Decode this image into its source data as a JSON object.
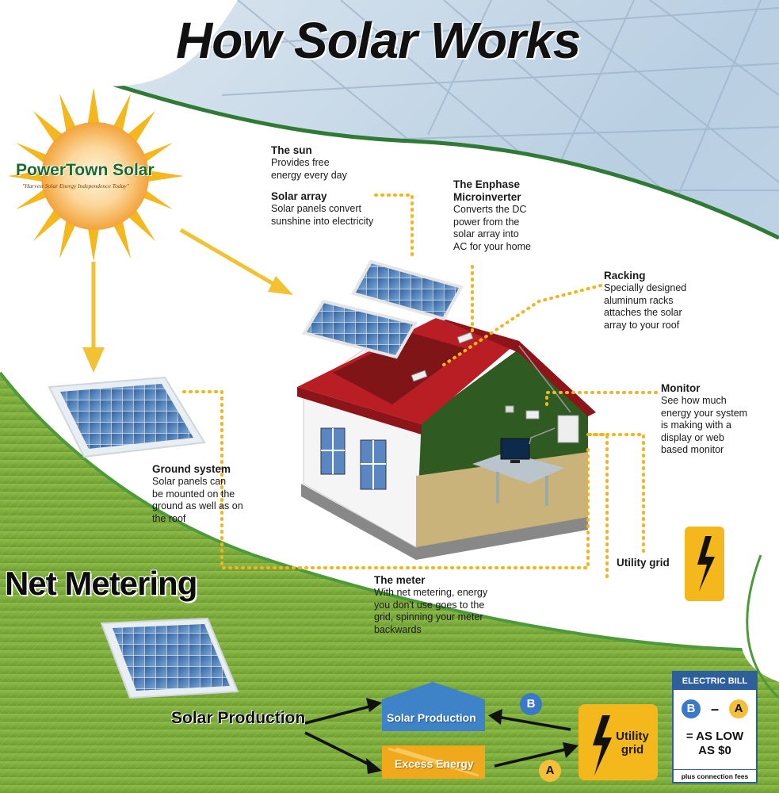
{
  "title": "How Solar Works",
  "brand": {
    "name": "PowerTown Solar",
    "tagline": "\"Harvest Solar Energy Independence Today\""
  },
  "callouts": {
    "sun": {
      "title": "The sun",
      "text": "Provides free\nenergy every day"
    },
    "array": {
      "title": "Solar array",
      "text": "Solar panels convert\nsunshine into electricity"
    },
    "microinverter": {
      "title": "The Enphase\nMicroinverter",
      "text": "Converts the DC\npower from the\nsolar array into\nAC for your home"
    },
    "racking": {
      "title": "Racking",
      "text": "Specially designed\naluminum racks\nattaches the solar\narray to your roof"
    },
    "monitor": {
      "title": "Monitor",
      "text": "See how much\nenergy your system\nis making with a\ndisplay or web\nbased monitor"
    },
    "ground": {
      "title": "Ground system",
      "text": "Solar panels can\nbe mounted on the\nground as well as on\nthe roof"
    },
    "meter": {
      "title": "The meter",
      "text": "With net metering, energy\nyou don't use goes to the\ngrid, spinning your meter\nbackwards"
    },
    "utility": {
      "title": "Utility grid"
    }
  },
  "net_metering": {
    "heading": "Net Metering",
    "solar_production": "Solar Production",
    "box_production": "Solar Production",
    "box_excess": "Excess Energy",
    "utility_label": "Utility\ngrid",
    "badge_a": "A",
    "badge_b": "B"
  },
  "electric_bill": {
    "heading": "ELECTRIC BILL",
    "b": "B",
    "minus": "–",
    "a": "A",
    "result": "= AS LOW\nAS $0",
    "footnote": "plus connection fees"
  },
  "colors": {
    "sun_yellow": "#f4b81c",
    "roof_red": "#b81e24",
    "wall_green": "#2f5a21",
    "grass_green": "#7aa83a",
    "bill_blue": "#2d5f9c",
    "production_blue": "#3e82c7",
    "excess_orange": "#f0a81c",
    "badge_blue": "#3a78c8",
    "badge_yellow": "#f4c03a"
  }
}
